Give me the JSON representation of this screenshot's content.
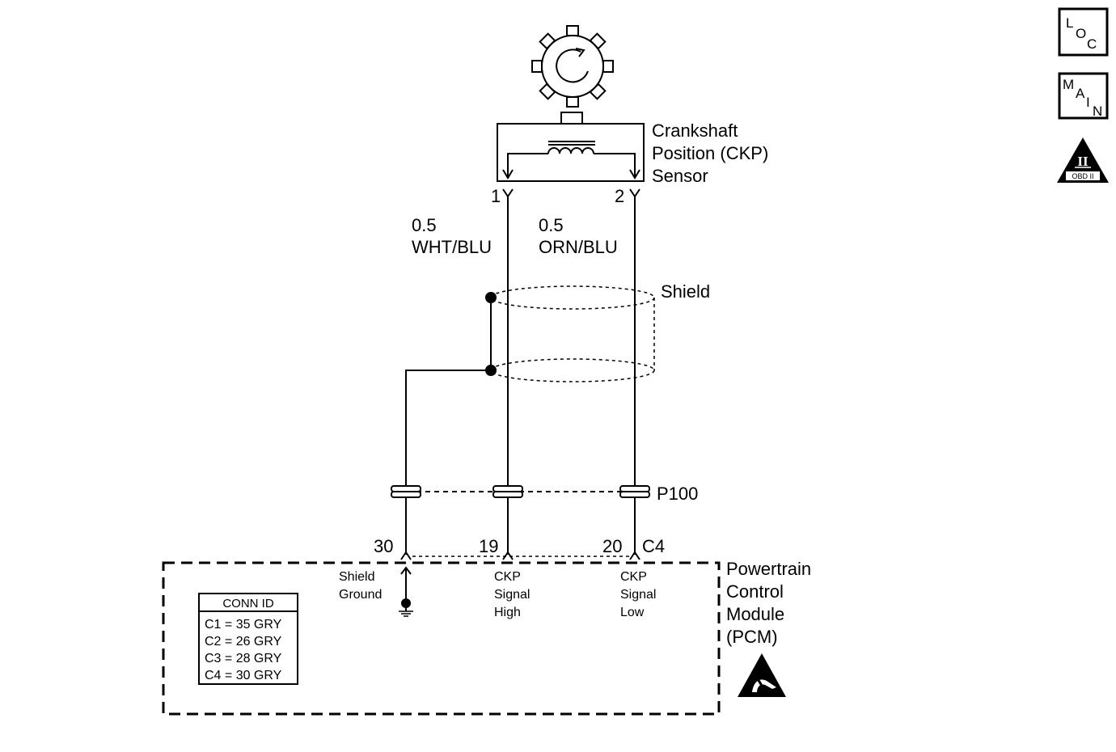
{
  "sensor": {
    "name_line1": "Crankshaft",
    "name_line2": "Position (CKP)",
    "name_line3": "Sensor",
    "pin1": "1",
    "pin2": "2"
  },
  "wires": {
    "wire1_gauge": "0.5",
    "wire1_color": "WHT/BLU",
    "wire2_gauge": "0.5",
    "wire2_color": "ORN/BLU",
    "shield_label": "Shield"
  },
  "connector": {
    "inline_name": "P100",
    "pin_shield": "30",
    "pin_high": "19",
    "pin_low": "20",
    "conn_name": "C4"
  },
  "pcm": {
    "name_line1": "Powertrain",
    "name_line2": "Control",
    "name_line3": "Module",
    "name_line4": "(PCM)",
    "shield_ground_line1": "Shield",
    "shield_ground_line2": "Ground",
    "ckp_high_line1": "CKP",
    "ckp_high_line2": "Signal",
    "ckp_high_line3": "High",
    "ckp_low_line1": "CKP",
    "ckp_low_line2": "Signal",
    "ckp_low_line3": "Low"
  },
  "conn_id_table": {
    "header": "CONN ID",
    "rows": [
      "C1 = 35 GRY",
      "C2 = 26 GRY",
      "C3 = 28 GRY",
      "C4 = 30 GRY"
    ]
  },
  "side_icons": {
    "loc": {
      "l": "L",
      "o": "O",
      "c": "C"
    },
    "main": {
      "m": "M",
      "a": "A",
      "i": "I",
      "n": "N"
    },
    "obd": {
      "roman": "II",
      "label": "OBD II"
    }
  },
  "icons": [
    "reluctor-wheel-icon",
    "coil-icon",
    "ground-icon",
    "esd-warning-icon",
    "loc-icon",
    "main-icon",
    "obd-ii-icon"
  ]
}
